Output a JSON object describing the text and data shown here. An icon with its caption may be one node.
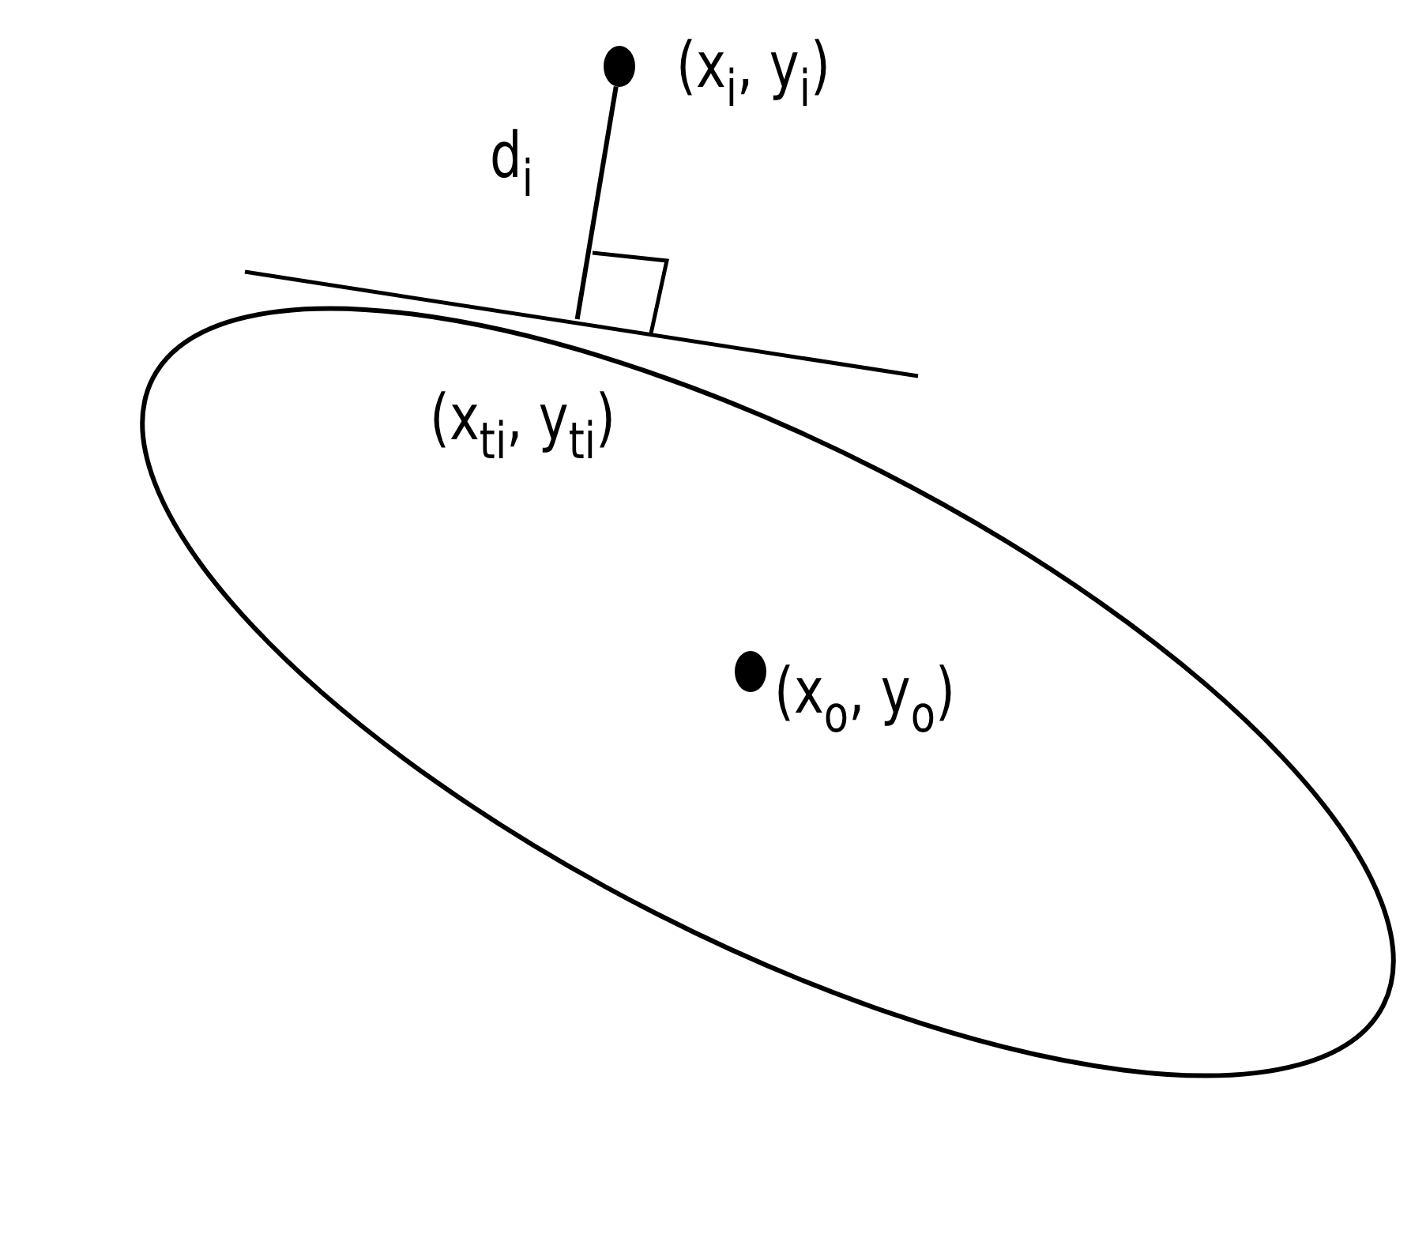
{
  "diagram": {
    "nodes": [
      {
        "text": [],
        "shape": "circle",
        "beside": [
          "(x$_{i}$, y$_{i}$)"
        ]
      },
      {
        "text": [],
        "shape": "point",
        "beside": [
          "(x$_{ti}$, y$_{ti}$)"
        ]
      },
      {
        "text": [],
        "shape": "circle",
        "beside": [
          "(x$_{o}$, y$_{o}$)"
        ]
      }
    ],
    "edges": [
      {
        "from": 0,
        "to": 1,
        "arrow": "none",
        "label": "d$_{i}$"
      }
    ]
  }
}
